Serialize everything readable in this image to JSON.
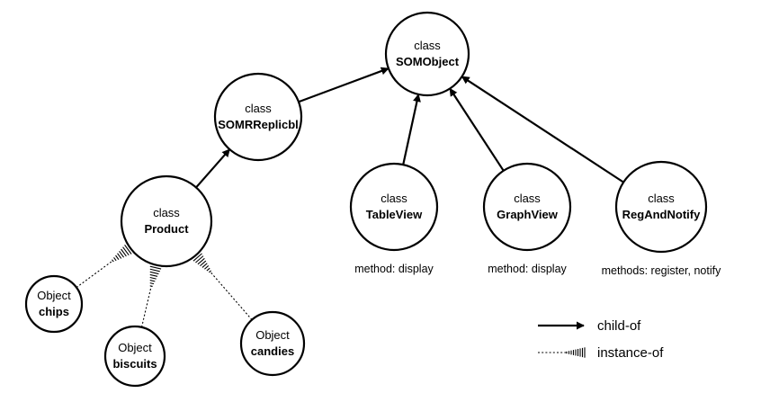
{
  "nodes": [
    {
      "id": "somobject",
      "kind": "class",
      "top": "class",
      "name": "SOMObject",
      "method": ""
    },
    {
      "id": "somrreplicbl",
      "kind": "class",
      "top": "class",
      "name": "SOMRReplicbl",
      "method": ""
    },
    {
      "id": "product",
      "kind": "class",
      "top": "class",
      "name": "Product",
      "method": ""
    },
    {
      "id": "tableview",
      "kind": "class",
      "top": "class",
      "name": "TableView",
      "method": "method: display"
    },
    {
      "id": "graphview",
      "kind": "class",
      "top": "class",
      "name": "GraphView",
      "method": "method: display"
    },
    {
      "id": "regandnotify",
      "kind": "class",
      "top": "class",
      "name": "RegAndNotify",
      "method": "methods: register, notify"
    },
    {
      "id": "chips",
      "kind": "object",
      "top": "Object",
      "name": "chips",
      "method": ""
    },
    {
      "id": "biscuits",
      "kind": "object",
      "top": "Object",
      "name": "biscuits",
      "method": ""
    },
    {
      "id": "candies",
      "kind": "object",
      "top": "Object",
      "name": "candies",
      "method": ""
    }
  ],
  "edges": [
    {
      "from": "somrreplicbl",
      "to": "somobject",
      "type": "child-of"
    },
    {
      "from": "product",
      "to": "somrreplicbl",
      "type": "child-of"
    },
    {
      "from": "tableview",
      "to": "somobject",
      "type": "child-of"
    },
    {
      "from": "graphview",
      "to": "somobject",
      "type": "child-of"
    },
    {
      "from": "regandnotify",
      "to": "somobject",
      "type": "child-of"
    },
    {
      "from": "chips",
      "to": "product",
      "type": "instance-of"
    },
    {
      "from": "biscuits",
      "to": "product",
      "type": "instance-of"
    },
    {
      "from": "candies",
      "to": "product",
      "type": "instance-of"
    }
  ],
  "legend": [
    {
      "type": "child-of",
      "label": "child-of"
    },
    {
      "type": "instance-of",
      "label": "instance-of"
    }
  ]
}
